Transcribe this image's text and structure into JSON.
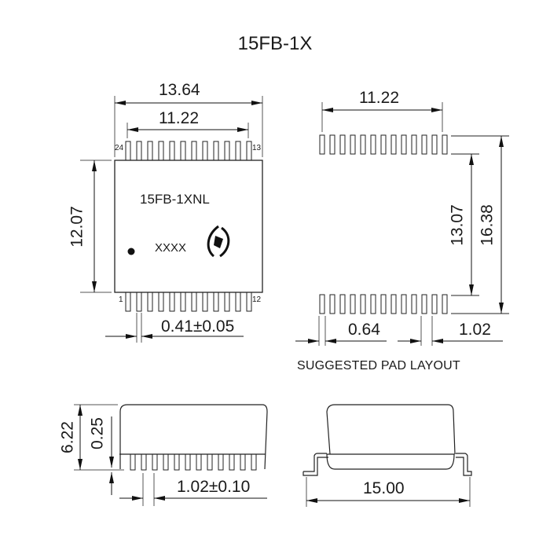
{
  "title": "15FB-1X",
  "top_view": {
    "part_marking": "15FB-1XNL",
    "date_code": "XXXX",
    "logo_icon": "manufacturer-logo-icon",
    "pin1_marker": "dot",
    "pin_labels": {
      "top_left": "24",
      "top_right": "13",
      "bottom_left": "1",
      "bottom_right": "12"
    },
    "pins_per_side": 12,
    "dims": {
      "overall_width": "13.64",
      "pin_span": "11.22",
      "body_height": "12.07",
      "pin_width": "0.41±0.05"
    }
  },
  "pad_layout": {
    "caption": "SUGGESTED PAD LAYOUT",
    "pads_per_row": 14,
    "dims": {
      "pad_span": "11.22",
      "inner_height": "13.07",
      "outer_height": "16.38",
      "pad_width": "0.64",
      "pad_pitch": "1.02"
    }
  },
  "side_view": {
    "dims": {
      "height": "6.22",
      "standoff": "0.25",
      "pitch": "1.02±0.10"
    }
  },
  "end_view": {
    "dims": {
      "lead_span": "15.00"
    }
  },
  "colors": {
    "line": "#1a1a1a",
    "dim_line": "#555555",
    "background": "#ffffff"
  }
}
